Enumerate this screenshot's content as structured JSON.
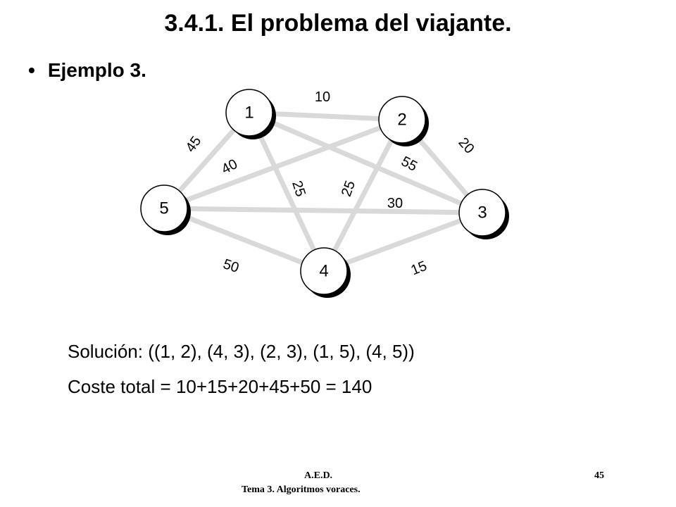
{
  "title": "3.4.1. El problema del viajante.",
  "bullet": {
    "marker": "•",
    "text": "Ejemplo 3."
  },
  "graph": {
    "nodes": [
      {
        "id": "1",
        "label": "1"
      },
      {
        "id": "2",
        "label": "2"
      },
      {
        "id": "3",
        "label": "3"
      },
      {
        "id": "4",
        "label": "4"
      },
      {
        "id": "5",
        "label": "5"
      }
    ],
    "edges": [
      {
        "from": "1",
        "to": "2",
        "weight": "10"
      },
      {
        "from": "1",
        "to": "3",
        "weight": "55"
      },
      {
        "from": "1",
        "to": "4",
        "weight": "25"
      },
      {
        "from": "1",
        "to": "5",
        "weight": "45"
      },
      {
        "from": "2",
        "to": "3",
        "weight": "20"
      },
      {
        "from": "2",
        "to": "4",
        "weight": "25"
      },
      {
        "from": "2",
        "to": "5",
        "weight": "40"
      },
      {
        "from": "3",
        "to": "4",
        "weight": "15"
      },
      {
        "from": "3",
        "to": "5",
        "weight": "30"
      },
      {
        "from": "4",
        "to": "5",
        "weight": "50"
      }
    ]
  },
  "solution": {
    "label": "Solución:",
    "value": "((1, 2), (4, 3), (2, 3), (1, 5), (4, 5))"
  },
  "cost": {
    "label": "Coste total",
    "expression": "= 10+15+20+45+50",
    "result": "= 140"
  },
  "footer": {
    "course": "A.E.D.",
    "topic": "Tema 3. Algoritmos voraces.",
    "page": "45"
  }
}
